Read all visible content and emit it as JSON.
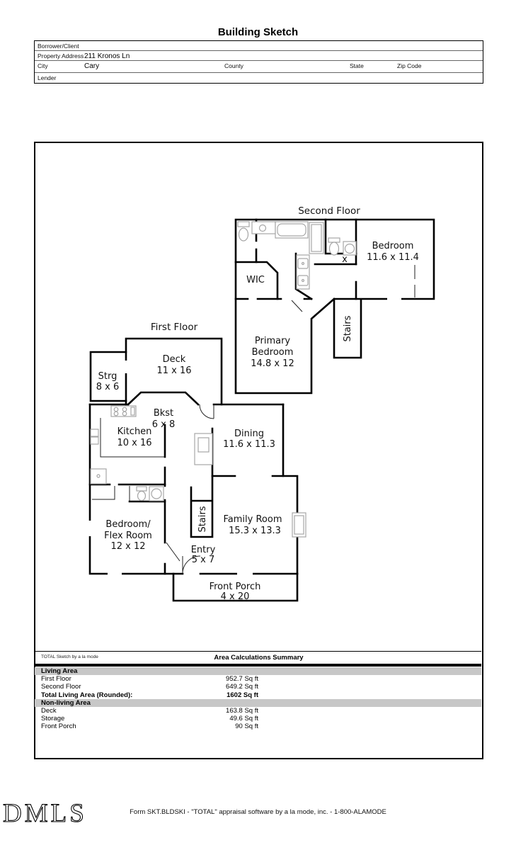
{
  "page": {
    "title": "Building Sketch"
  },
  "form": {
    "borrower_label": "Borrower/Client",
    "address_label": "Property Address",
    "address_value": "211 Kronos Ln",
    "city_label": "City",
    "city_value": "Cary",
    "county_label": "County",
    "state_label": "State",
    "zip_label": "Zip Code",
    "lender_label": "Lender"
  },
  "sketch": {
    "second_floor": {
      "title": "Second Floor",
      "bedroom_name": "Bedroom",
      "bedroom_dims": "11.6 x 11.4",
      "wic": "WIC",
      "closet": "x",
      "stairs": "Stairs",
      "primary_1": "Primary",
      "primary_2": "Bedroom",
      "primary_dims": "14.8 x 12"
    },
    "first_floor": {
      "title": "First Floor",
      "deck_name": "Deck",
      "deck_dims": "11 x 16",
      "strg_name": "Strg",
      "strg_dims": "8 x 6",
      "bkst_name": "Bkst",
      "bkst_dims": "6 x 8",
      "kitchen_name": "Kitchen",
      "kitchen_dims": "10 x 16",
      "dining_name": "Dining",
      "dining_dims": "11.6 x 11.3",
      "bedroom_1": "Bedroom/",
      "bedroom_2": "Flex Room",
      "bedroom_dims": "12 x 12",
      "stairs": "Stairs",
      "family_name": "Family Room",
      "family_dims": "15.3 x 13.3",
      "entry_name": "Entry",
      "entry_dims": "5 x 7",
      "porch_name": "Front Porch",
      "porch_dims": "4 x 20"
    }
  },
  "summary": {
    "attribution": "TOTAL Sketch by a la mode",
    "title": "Area Calculations Summary",
    "living_header": "Living Area",
    "living_rows": [
      {
        "label": "First Floor",
        "value": "952.7 Sq ft"
      },
      {
        "label": "Second Floor",
        "value": "649.2 Sq ft"
      },
      {
        "label": "Total Living Area (Rounded):",
        "value": "1602 Sq ft"
      }
    ],
    "nonliving_header": "Non-living Area",
    "nonliving_rows": [
      {
        "label": "Deck",
        "value": "163.8 Sq ft"
      },
      {
        "label": "Storage",
        "value": "49.6 Sq ft"
      },
      {
        "label": "Front Porch",
        "value": "90 Sq ft"
      }
    ]
  },
  "footer": {
    "logo": "DMLS",
    "form_line": "Form SKT.BLDSKI - \"TOTAL\" appraisal software by a la mode, inc. - 1-800-ALAMODE"
  }
}
